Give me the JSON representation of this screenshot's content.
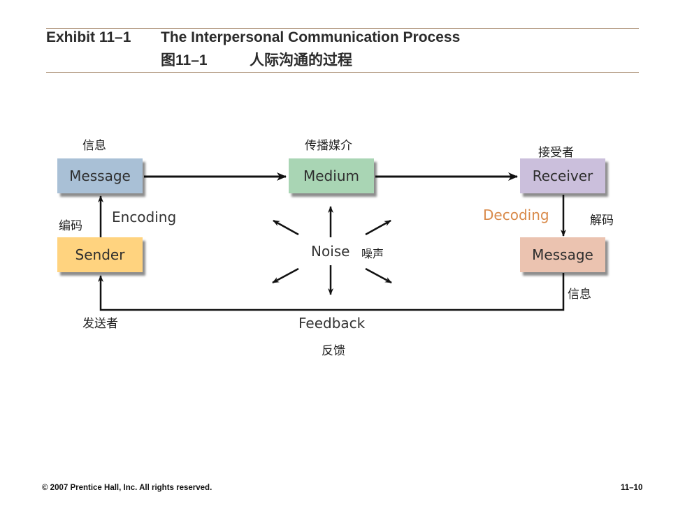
{
  "header": {
    "exhibit": "Exhibit 11–1",
    "title_en": "The Interpersonal Communication Process",
    "exhibit_cn": "图11–1",
    "title_cn": "人际沟通的过程"
  },
  "diagram": {
    "message_label": "Message",
    "message_cn": "信息",
    "medium_label": "Medium",
    "medium_cn": "传播媒介",
    "receiver_label": "Receiver",
    "receiver_cn": "接受者",
    "sender_label": "Sender",
    "sender_cn": "发送者",
    "encoding_label": "Encoding",
    "encoding_cn": "编码",
    "decoding_label": "Decoding",
    "decoding_cn": "解码",
    "noise_label": "Noise",
    "noise_cn": "噪声",
    "message2_label": "Message",
    "message2_cn": "信息",
    "feedback_label": "Feedback",
    "feedback_cn": "反馈",
    "colors": {
      "message": "#a9c0d6",
      "medium": "#a9d5b4",
      "receiver": "#cbbfdc",
      "sender": "#ffd37f",
      "message2": "#ebc3b0",
      "decoding": "#d98a4a"
    }
  },
  "footer": {
    "copyright": "© 2007 Prentice Hall, Inc. All rights reserved.",
    "page": "11–10"
  }
}
